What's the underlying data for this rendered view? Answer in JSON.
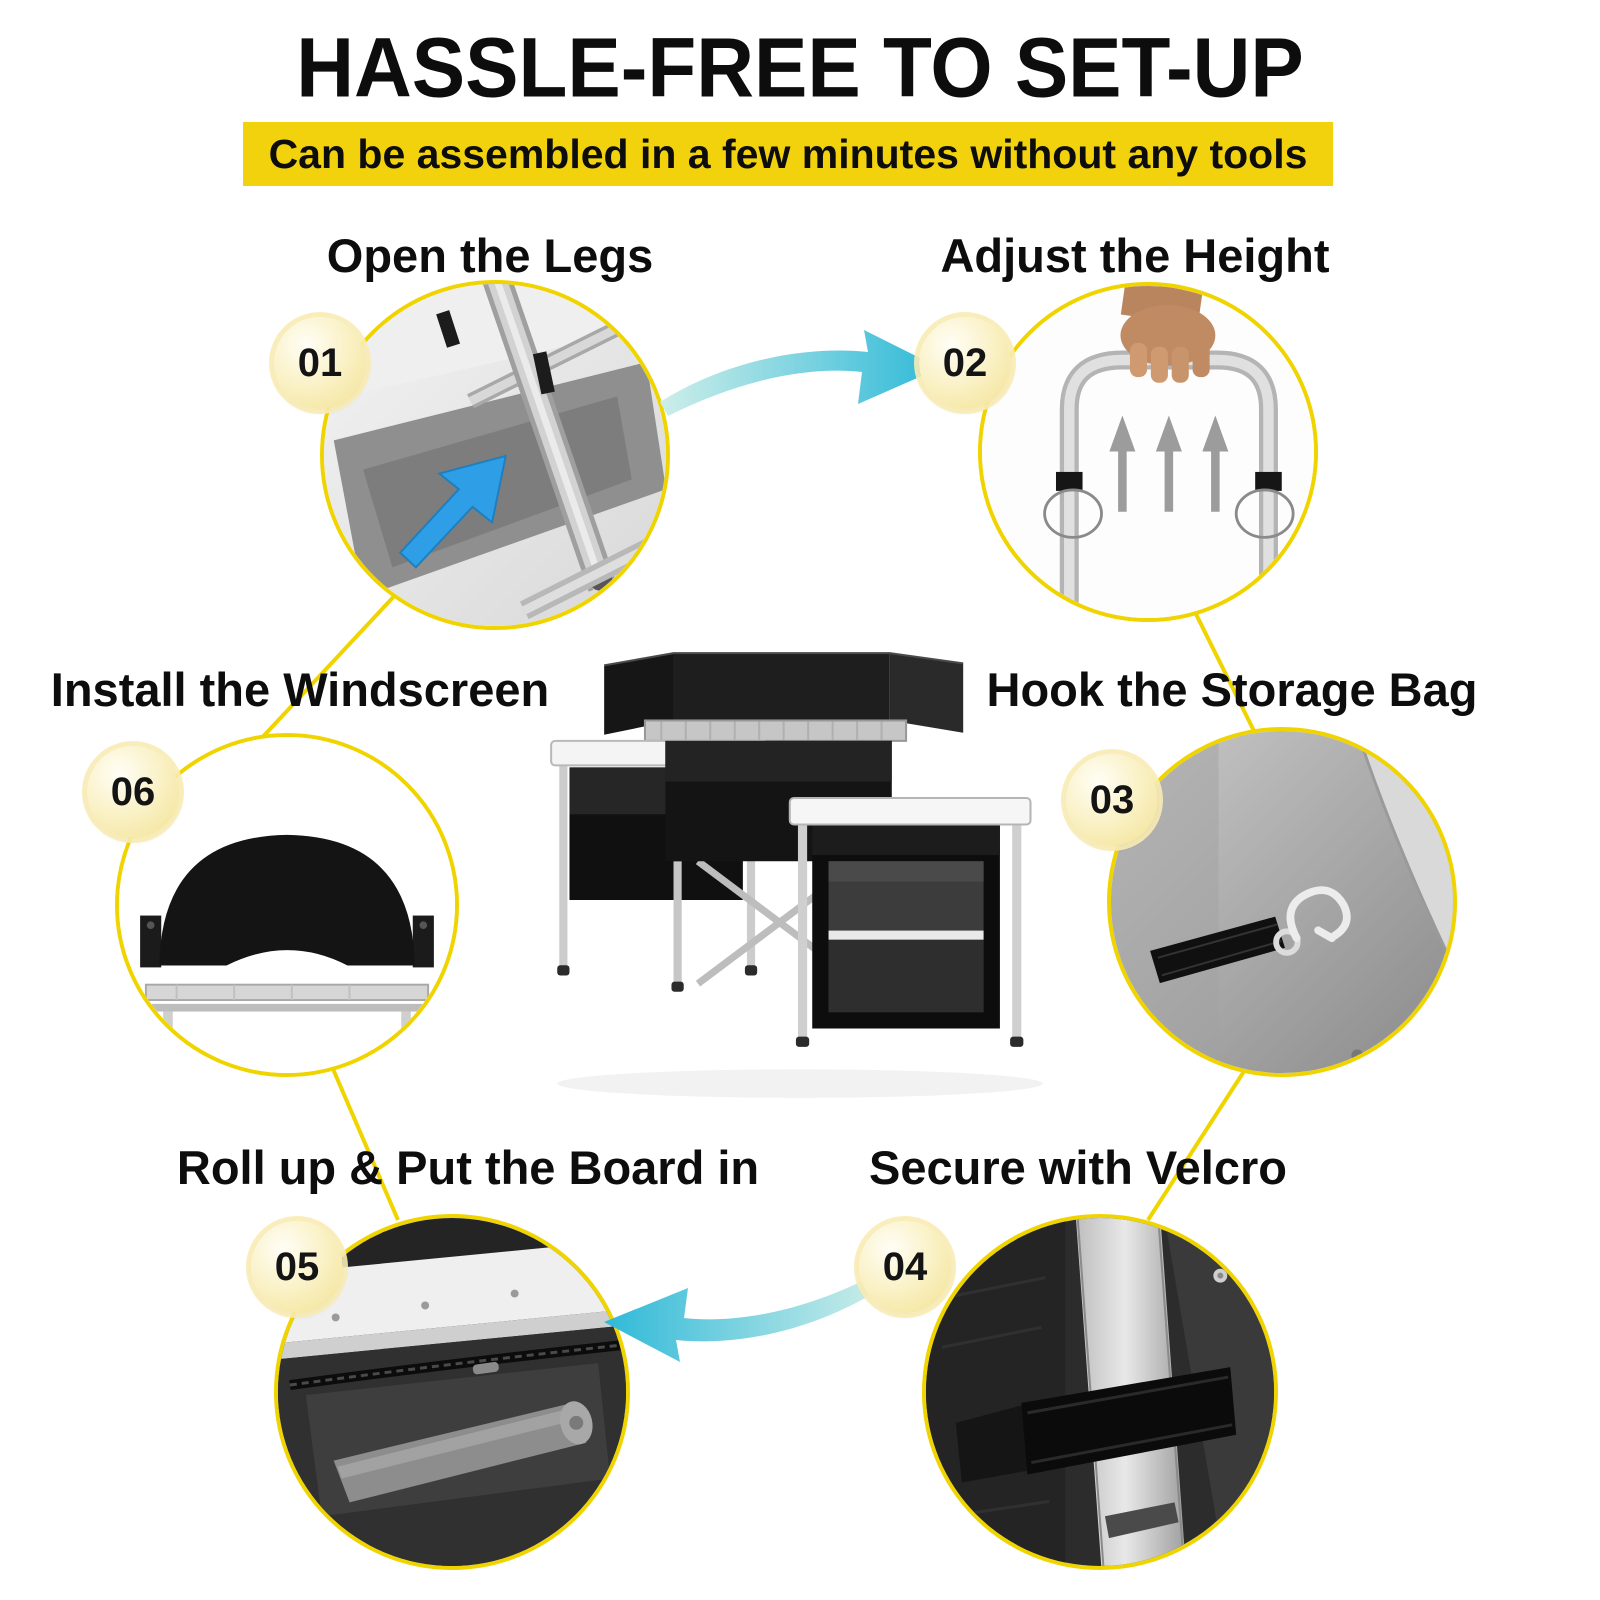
{
  "title": "HASSLE-FREE TO SET-UP",
  "banner": "Can be assembled in a few minutes without any tools",
  "steps": [
    {
      "number": "01",
      "label": "Open the Legs"
    },
    {
      "number": "02",
      "label": "Adjust the Height"
    },
    {
      "number": "03",
      "label": "Hook the Storage Bag"
    },
    {
      "number": "04",
      "label": "Secure with Velcro"
    },
    {
      "number": "05",
      "label": "Roll up & Put the Board in"
    },
    {
      "number": "06",
      "label": "Install the Windscreen"
    }
  ],
  "colors": {
    "banner_yellow": "#F2D20C",
    "ring_yellow": "#F0D400",
    "flow_arrow_teal": "#2FB9D8",
    "blue_arrow": "#2E9FE6",
    "text_black": "#0D0D0D"
  },
  "icons": {
    "top_flow_arrow": "curved-arrow-right",
    "bottom_flow_arrow": "curved-arrow-left",
    "step1_open_arrow": "blue-up-right-arrow",
    "step2_lift_arrows": "triple-up-arrows"
  }
}
